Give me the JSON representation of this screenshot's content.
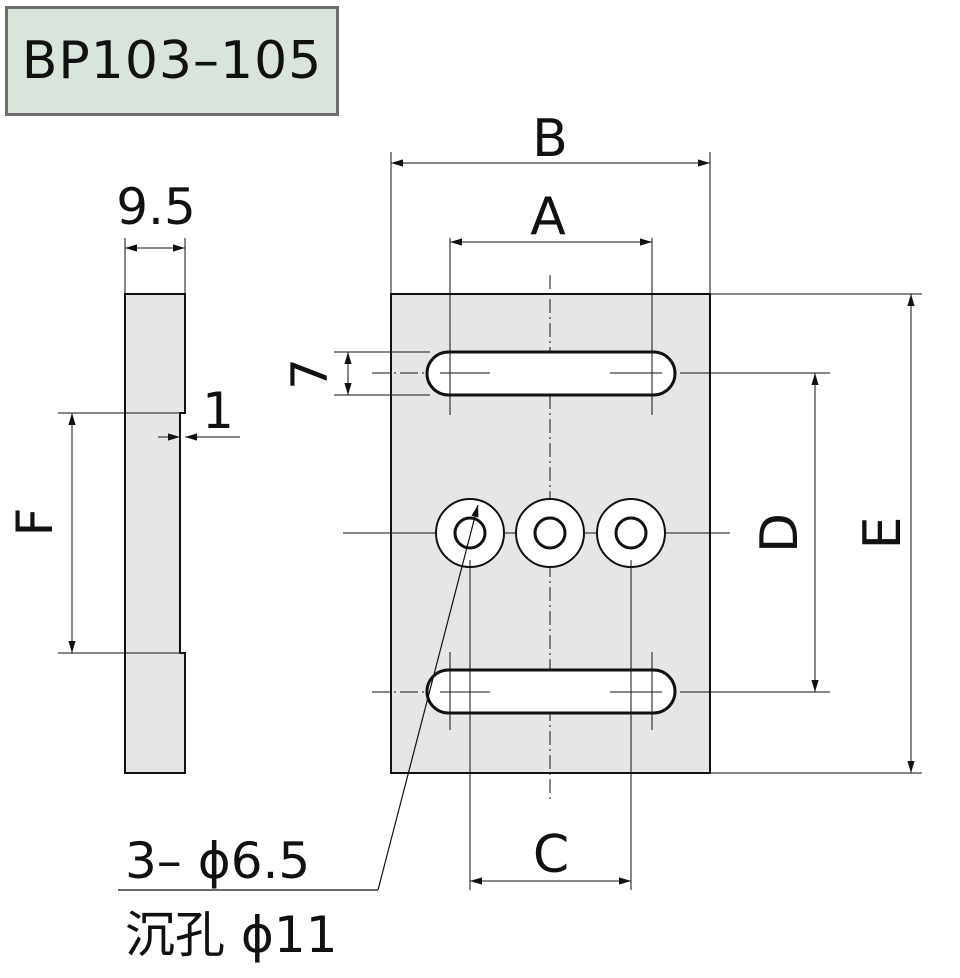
{
  "title": "BP103–105",
  "dimensions": {
    "side_thickness": "9.5",
    "side_step": "1",
    "side_height": "F",
    "slot_width": "7",
    "width_outer": "B",
    "slot_pitch": "A",
    "hole_pitch": "C",
    "slot_spacing": "D",
    "height_total": "E"
  },
  "callout": {
    "line1": "3– ϕ6.5",
    "line2": "沉孔 ϕ11"
  },
  "colors": {
    "title_bg": "#d9e4db",
    "part_fill": "#e6e6e8",
    "line": "#111111"
  }
}
